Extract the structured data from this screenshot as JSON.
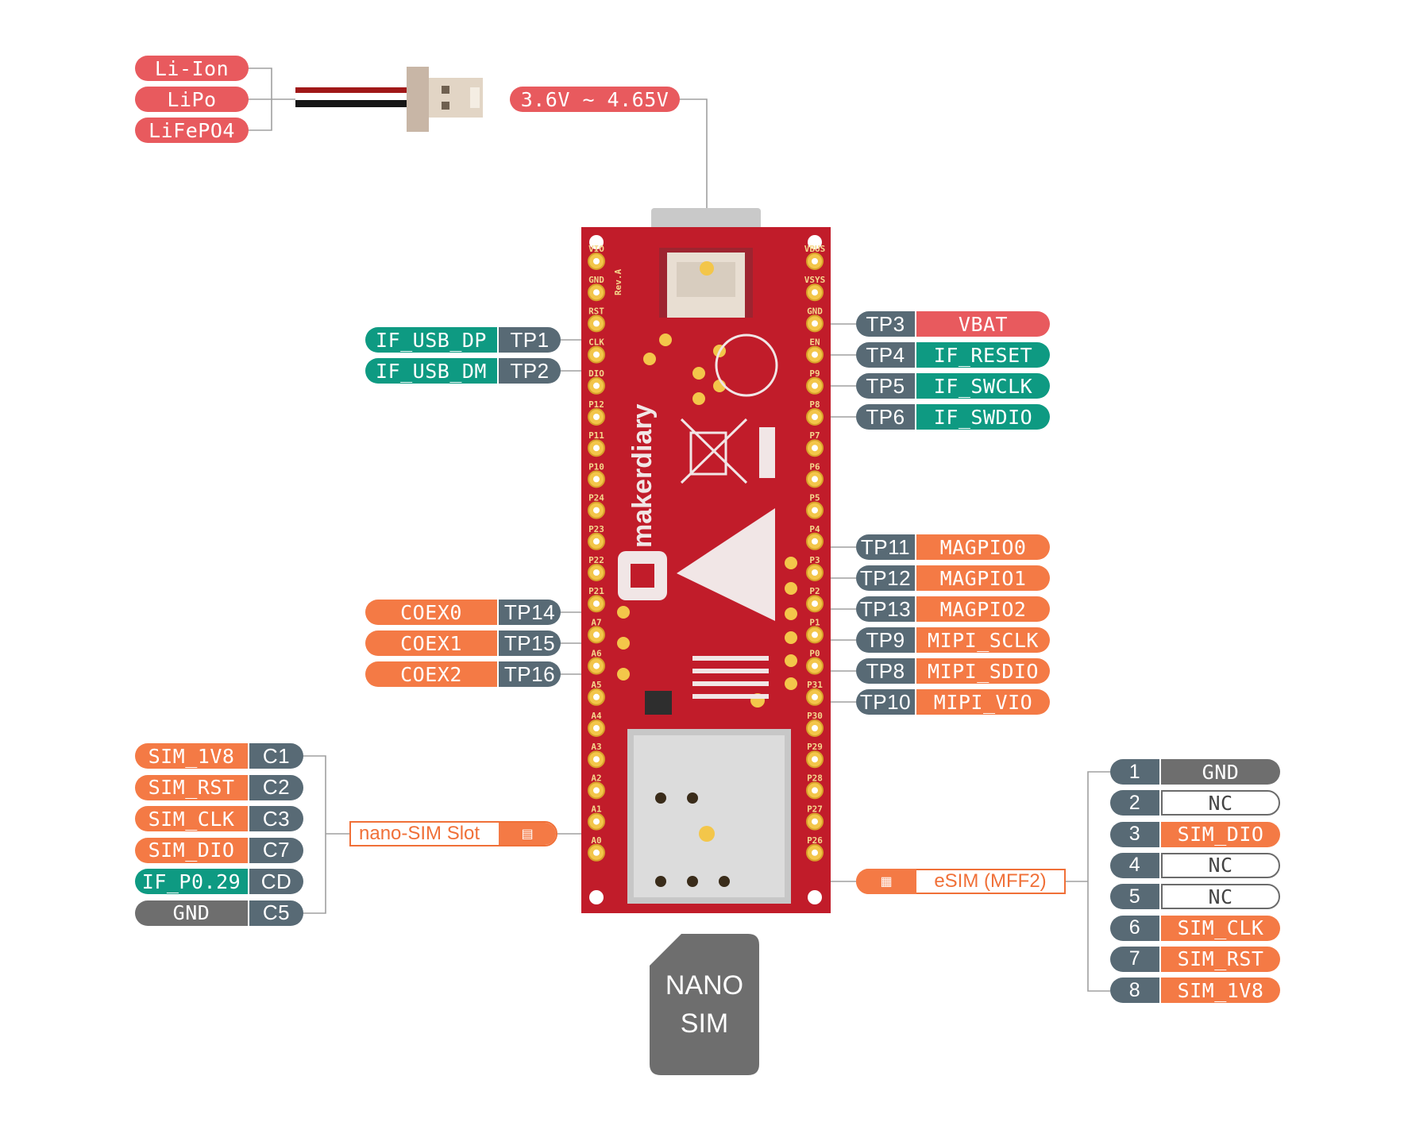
{
  "colors": {
    "red": "#e85a5e",
    "orange": "#f47a45",
    "teal": "#0e9a82",
    "slate": "#586a75",
    "gray": "#6e6e6e",
    "board": "#c11c2a",
    "gold": "#f3c64a",
    "wire": "#999999"
  },
  "battery": {
    "types": [
      "Li-Ion",
      "LiPo",
      "LiFePO4"
    ],
    "voltage": "3.6V ~ 4.65V"
  },
  "board": {
    "brand": "makerdiary",
    "revision": "Rev.A",
    "left_pins": [
      "VIO",
      "GND",
      "RST",
      "CLK",
      "DIO",
      "P12",
      "P11",
      "P10",
      "P24",
      "P23",
      "P22",
      "P21",
      "A7",
      "A6",
      "A5",
      "A4",
      "A3",
      "A2",
      "A1",
      "A0"
    ],
    "right_pins": [
      "VBUS",
      "VSYS",
      "GND",
      "EN",
      "P9",
      "P8",
      "P7",
      "P6",
      "P5",
      "P4",
      "P3",
      "P2",
      "P1",
      "P0",
      "P31",
      "P30",
      "P29",
      "P28",
      "P27",
      "P26"
    ]
  },
  "test_points_left": [
    {
      "tp": "TP1",
      "label": "IF_USB_DP",
      "color": "teal"
    },
    {
      "tp": "TP2",
      "label": "IF_USB_DM",
      "color": "teal"
    },
    {
      "tp": "TP14",
      "label": "COEX0",
      "color": "orange"
    },
    {
      "tp": "TP15",
      "label": "COEX1",
      "color": "orange"
    },
    {
      "tp": "TP16",
      "label": "COEX2",
      "color": "orange"
    }
  ],
  "test_points_right": [
    {
      "tp": "TP3",
      "label": "VBAT",
      "color": "red"
    },
    {
      "tp": "TP4",
      "label": "IF_RESET",
      "color": "teal"
    },
    {
      "tp": "TP5",
      "label": "IF_SWCLK",
      "color": "teal"
    },
    {
      "tp": "TP6",
      "label": "IF_SWDIO",
      "color": "teal"
    },
    {
      "tp": "TP11",
      "label": "MAGPIO0",
      "color": "orange"
    },
    {
      "tp": "TP12",
      "label": "MAGPIO1",
      "color": "orange"
    },
    {
      "tp": "TP13",
      "label": "MAGPIO2",
      "color": "orange"
    },
    {
      "tp": "TP9",
      "label": "MIPI_SCLK",
      "color": "orange"
    },
    {
      "tp": "TP8",
      "label": "MIPI_SDIO",
      "color": "orange"
    },
    {
      "tp": "TP10",
      "label": "MIPI_VIO",
      "color": "orange"
    }
  ],
  "sim_slot": {
    "label": "nano-SIM Slot",
    "pins": [
      {
        "label": "SIM_1V8",
        "pin": "C1",
        "color": "orange"
      },
      {
        "label": "SIM_RST",
        "pin": "C2",
        "color": "orange"
      },
      {
        "label": "SIM_CLK",
        "pin": "C3",
        "color": "orange"
      },
      {
        "label": "SIM_DIO",
        "pin": "C7",
        "color": "orange"
      },
      {
        "label": "IF_P0.29",
        "pin": "CD",
        "color": "teal"
      },
      {
        "label": "GND",
        "pin": "C5",
        "color": "gray"
      }
    ]
  },
  "esim": {
    "label": "eSIM (MFF2)",
    "pins": [
      {
        "num": "1",
        "label": "GND",
        "style": "gray"
      },
      {
        "num": "2",
        "label": "NC",
        "style": "outline"
      },
      {
        "num": "3",
        "label": "SIM_DIO",
        "style": "orange"
      },
      {
        "num": "4",
        "label": "NC",
        "style": "outline"
      },
      {
        "num": "5",
        "label": "NC",
        "style": "outline"
      },
      {
        "num": "6",
        "label": "SIM_CLK",
        "style": "orange"
      },
      {
        "num": "7",
        "label": "SIM_RST",
        "style": "orange"
      },
      {
        "num": "8",
        "label": "SIM_1V8",
        "style": "orange"
      }
    ]
  },
  "nano_sim_card": {
    "line1": "NANO",
    "line2": "SIM"
  }
}
